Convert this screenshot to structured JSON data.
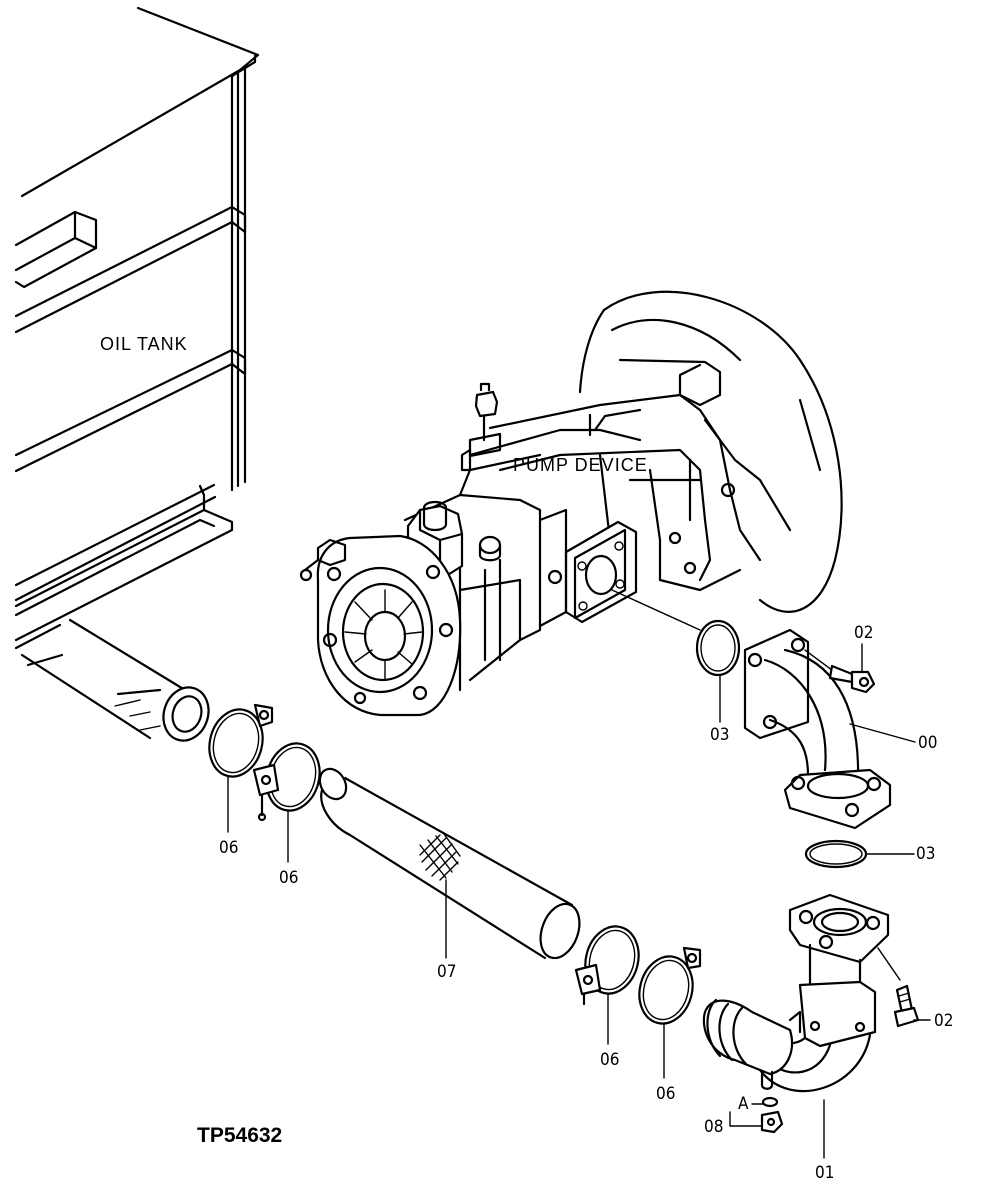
{
  "figure_code": "TP54632",
  "components": {
    "oil_tank": "OIL TANK",
    "pump_device": "PUMP DEVICE"
  },
  "callouts": {
    "elbow_pipe": "00",
    "bolt_top": "02",
    "bolt_bottom": "02",
    "o_ring_pump": "03",
    "o_ring_elbow": "03",
    "clamp_1": "06",
    "clamp_2": "06",
    "clamp_3": "06",
    "clamp_4": "06",
    "hose": "07",
    "drain_plug": "08",
    "detail_ref": "A",
    "suction_pipe": "01"
  }
}
